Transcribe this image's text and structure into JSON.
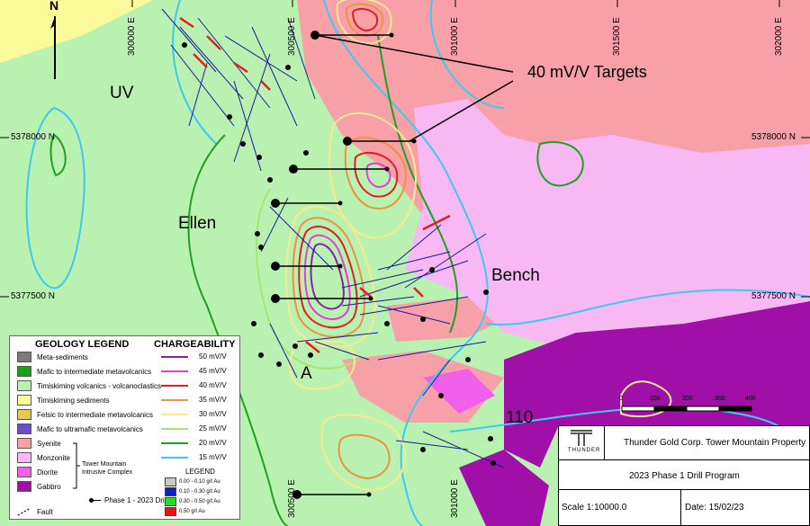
{
  "map": {
    "labels": {
      "uv": "UV",
      "ellen": "Ellen",
      "bench": "Bench",
      "a": "A",
      "n110": "110",
      "targets": "40 mV/V Targets"
    },
    "north_arrow": "N",
    "grid": {
      "northings": [
        "5378000 N",
        "5377500 N"
      ],
      "eastings": [
        "300000 E",
        "300500 E",
        "301000 E",
        "301500 E",
        "302000 E"
      ]
    },
    "colors": {
      "background": "#b9f2b0",
      "syenite": "#f7a0a8",
      "monzonite": "#f8b8f4",
      "gabbro": "#a010a8",
      "timiskiming_sediments": "#fafa9a"
    }
  },
  "legend": {
    "geology_title": "GEOLOGY LEGEND",
    "chargeability_title": "CHARGEABILITY",
    "geology_items": [
      {
        "label": "Meta-sediments",
        "color": "#7a7a7a"
      },
      {
        "label": "Mafic to intermediate metavolcanics",
        "color": "#18a018"
      },
      {
        "label": "Timiskiming volcanics - volcanoclastics",
        "color": "#b9f2b0"
      },
      {
        "label": "Timiskiming sediments",
        "color": "#fafa9a"
      },
      {
        "label": "Felsic to intermediate metavolcanics",
        "color": "#e8c850"
      },
      {
        "label": "Mafic to ultramafic metavolcanics",
        "color": "#6a50c8"
      },
      {
        "label": "Syenite",
        "color": "#f7a0a8"
      },
      {
        "label": "Monzonite",
        "color": "#f8b8f4"
      },
      {
        "label": "Diorite",
        "color": "#f060e8"
      },
      {
        "label": "Gabbro",
        "color": "#a010a8"
      }
    ],
    "intrusive_label": "Tower Mountain Intrusive Complex",
    "fault_label": "Fault",
    "drill_label": "Phase 1 - 2023 Drill",
    "chargeability_items": [
      {
        "label": "50 mV/V",
        "color": "#8a20a8"
      },
      {
        "label": "45 mV/V",
        "color": "#e040d8"
      },
      {
        "label": "40 mV/V",
        "color": "#e02020"
      },
      {
        "label": "35 mV/V",
        "color": "#f09040"
      },
      {
        "label": "30 mV/V",
        "color": "#f8e890"
      },
      {
        "label": "25 mV/V",
        "color": "#a0e870"
      },
      {
        "label": "20 mV/V",
        "color": "#20a020"
      },
      {
        "label": "15 mV/V",
        "color": "#40c8f0"
      }
    ],
    "assay_title": "LEGEND",
    "assay_items": [
      {
        "label": "0.00 - 0.10 g/t Au",
        "color": "#c8c8c8"
      },
      {
        "label": "0.10 - 0.30 g/t Au",
        "color": "#1020c0"
      },
      {
        "label": "0.30 - 0.50 g/t Au",
        "color": "#20e020"
      },
      {
        "label": "0.50 g/t Au",
        "color": "#f01010"
      }
    ]
  },
  "title_block": {
    "logo_text": "THUNDER",
    "company": "Thunder Gold Corp. Tower Mountain Property",
    "program": "2023 Phase 1 Drill Program",
    "scale": "Scale 1:10000.0",
    "date": "Date: 15/02/23"
  },
  "scale_bar": {
    "ticks": [
      "0",
      "100",
      "200",
      "300",
      "400"
    ]
  }
}
